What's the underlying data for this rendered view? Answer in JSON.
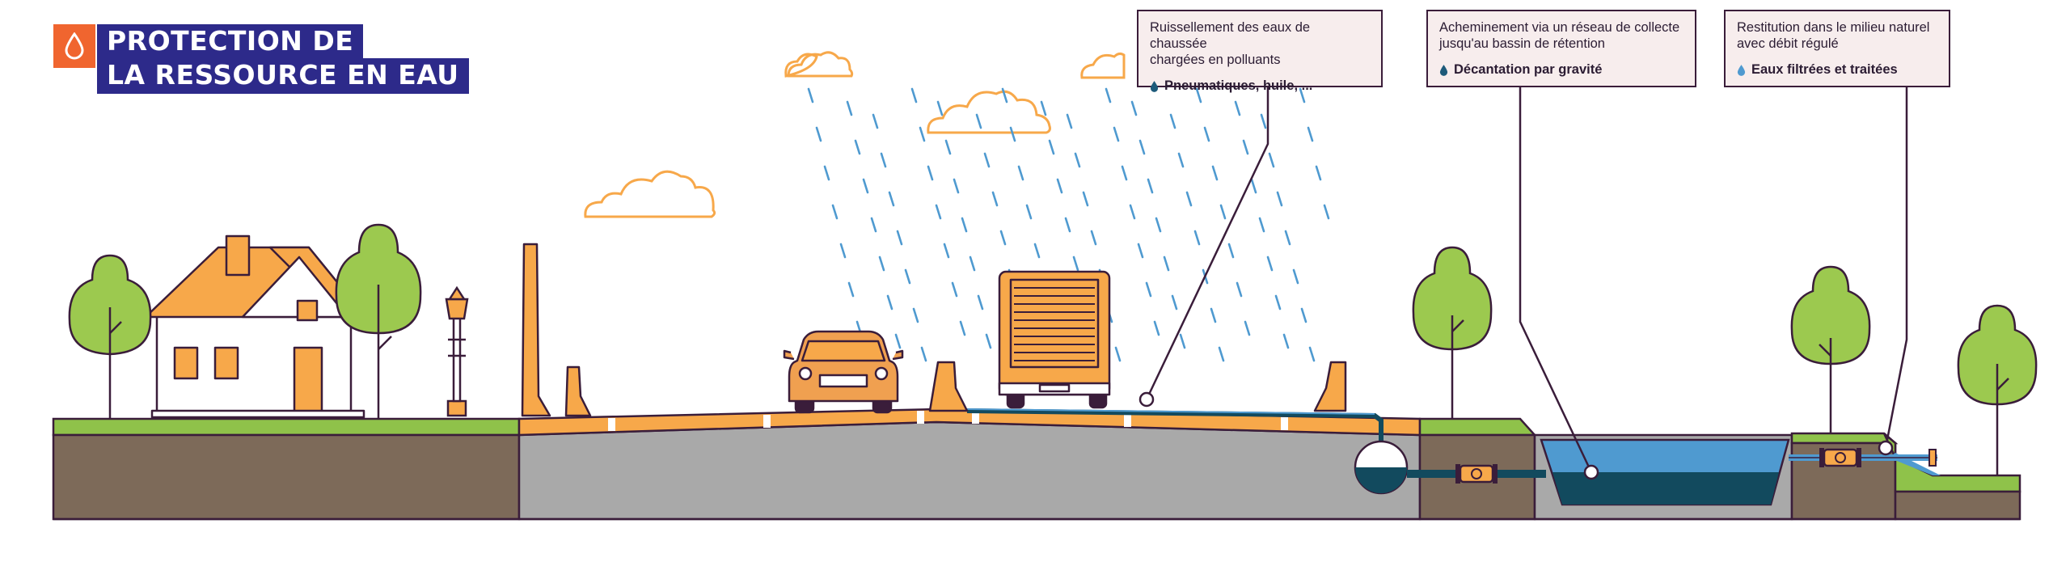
{
  "title": {
    "line1": "PROTECTION DE",
    "line2": "LA RESSOURCE EN EAU",
    "icon": "water-drop-icon"
  },
  "callouts": [
    {
      "heading_line1": "Ruissellement des eaux de chaussée",
      "heading_line2": "chargées en polluants",
      "item": "Pneumatiques, huile, ..."
    },
    {
      "heading_line1": "Acheminement via un réseau de collecte",
      "heading_line2": "jusqu'au bassin de rétention",
      "item": "Décantation par gravité"
    },
    {
      "heading_line1": "Restitution dans le milieu naturel",
      "heading_line2": "avec débit régulé",
      "item": "Eaux filtrées et traitées"
    }
  ],
  "colors": {
    "orange": "#f7a84a",
    "dark_outline": "#3a1d3a",
    "title_bg": "#2d2a8a",
    "title_icon_bg": "#f0652f",
    "grass": "#8fc24a",
    "soil": "#7d6a59",
    "road_base": "#a9a9a9",
    "water": "#4f9ad0",
    "water_dark": "#124a5e",
    "rain": "#4f9ad0",
    "tree": "#9cc94f"
  }
}
